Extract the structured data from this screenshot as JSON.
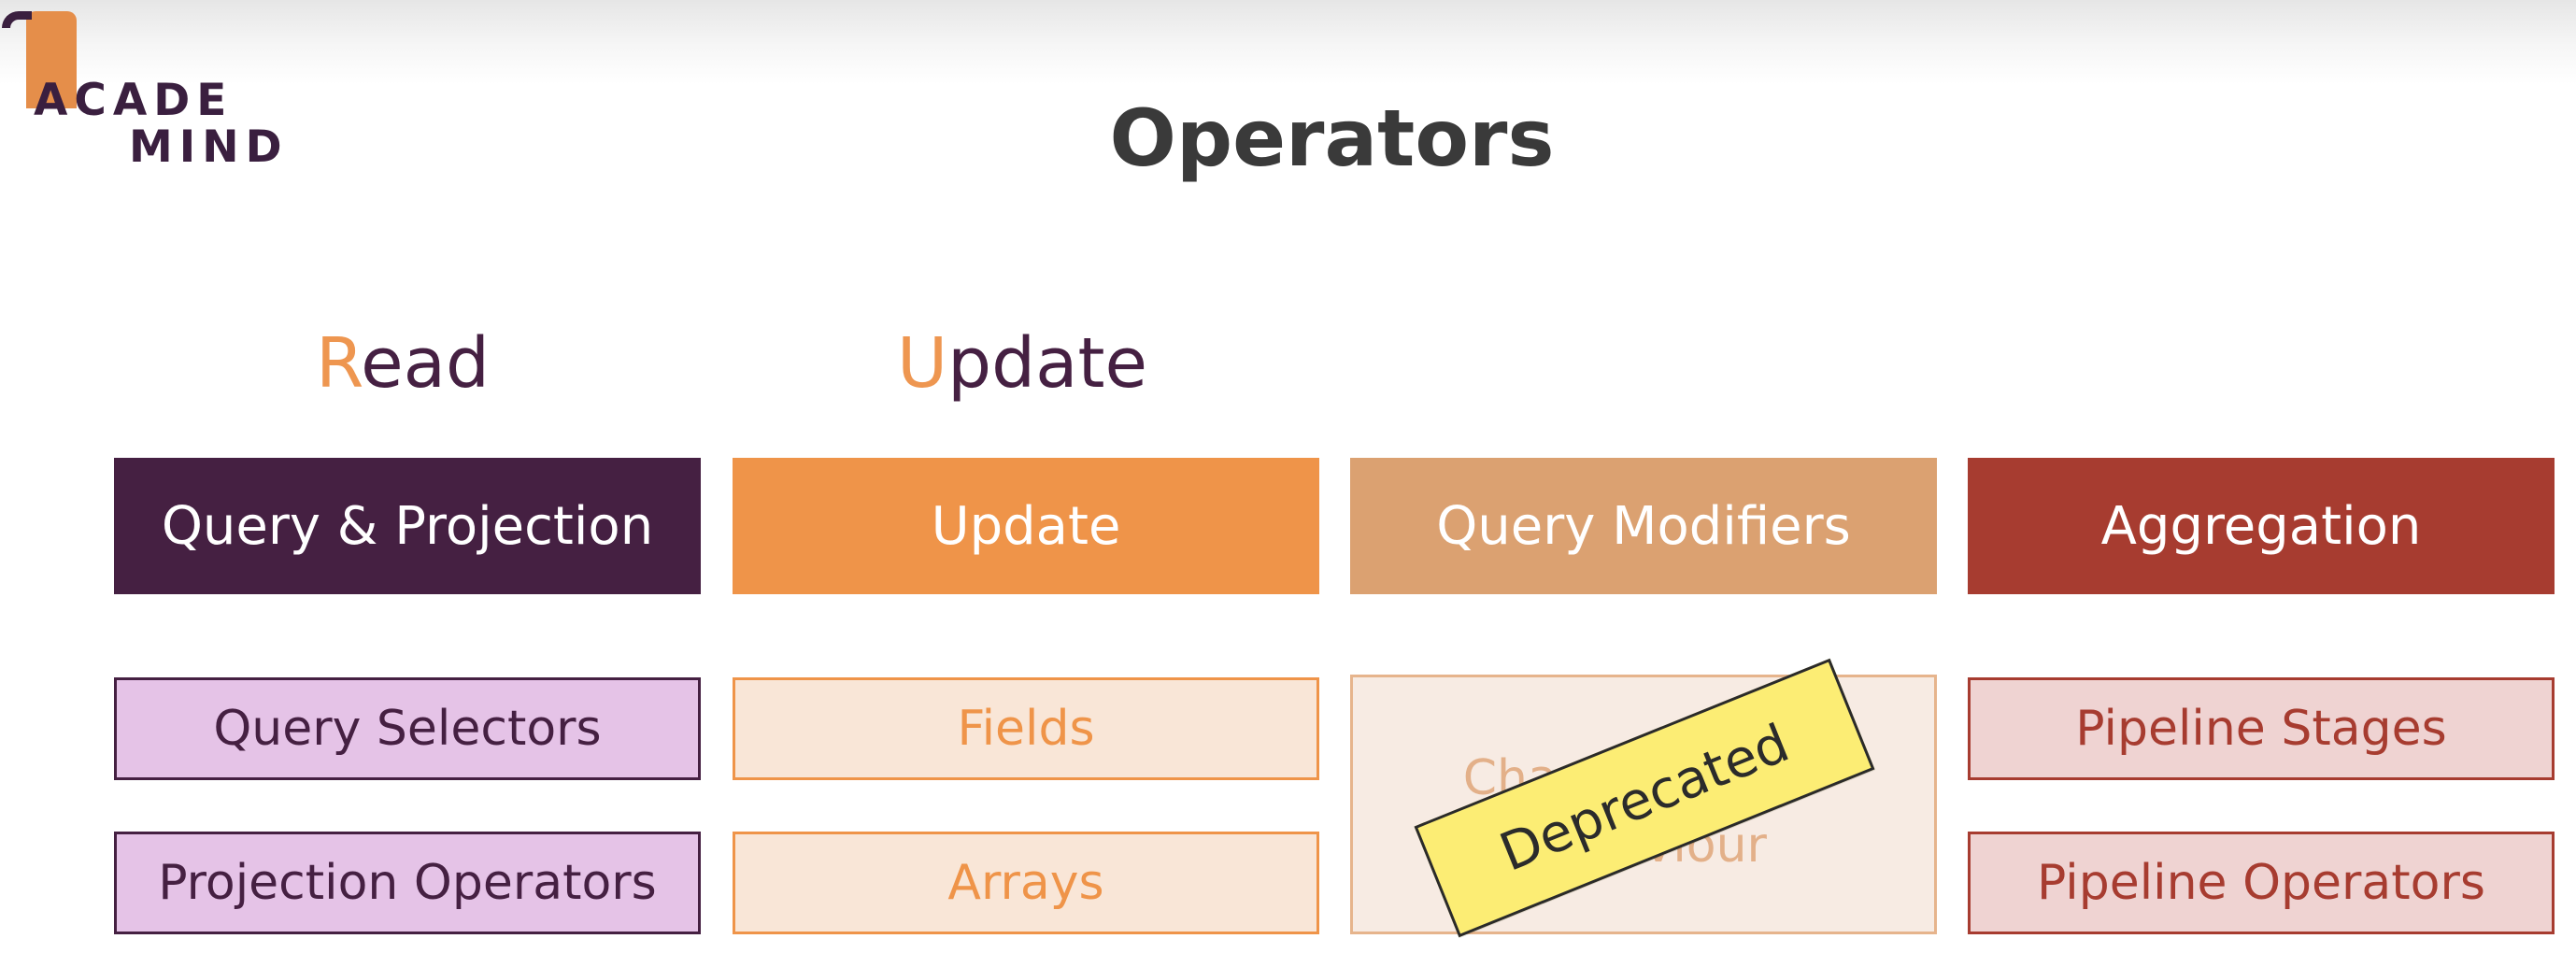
{
  "logo": {
    "line1": "ACADE",
    "line2": "MIND"
  },
  "title": "Operators",
  "headings": {
    "read": {
      "first": "R",
      "rest": "ead"
    },
    "update": {
      "first": "U",
      "rest": "pdate"
    }
  },
  "categories": [
    {
      "label": "Query & Projection",
      "color": "#452042"
    },
    {
      "label": "Update",
      "color": "#ef9449"
    },
    {
      "label": "Query Modifiers",
      "color": "#dba171"
    },
    {
      "label": "Aggregation",
      "color": "#a73c30"
    }
  ],
  "subitems": {
    "query_projection": [
      "Query Selectors",
      "Projection Operators"
    ],
    "update": [
      "Fields",
      "Arrays"
    ],
    "query_modifiers": "Change Cursor Behaviour",
    "aggregation": [
      "Pipeline Stages",
      "Pipeline Operators"
    ]
  },
  "stamp": "Deprecated",
  "colors": {
    "accent_orange": "#ee9650",
    "dark_purple": "#452042",
    "stamp_yellow": "#fced74"
  }
}
